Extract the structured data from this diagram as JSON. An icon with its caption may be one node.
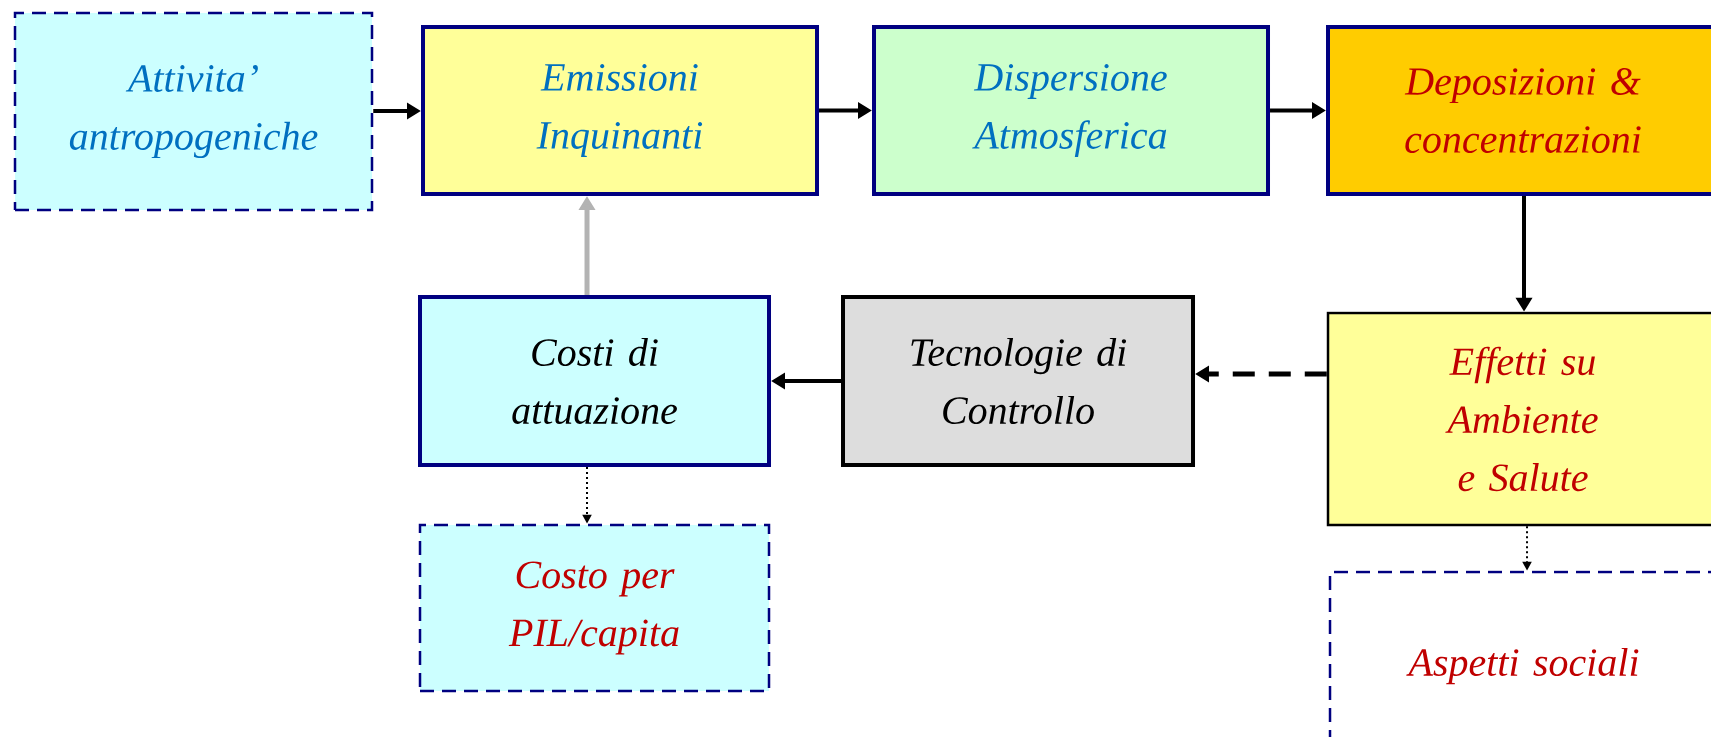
{
  "diagram": {
    "nodes": [
      {
        "text": [
          "Attivita’ antropogeniche"
        ]
      },
      {
        "text": [
          "Emissioni Inquinanti"
        ]
      },
      {
        "text": [
          "Dispersione Atmosferica"
        ]
      },
      {
        "text": [
          "Deposizioni & concentrazioni"
        ]
      },
      {
        "text": [
          "Effetti su Ambiente e Salute"
        ]
      },
      {
        "text": [
          "Tecnologie di Controllo"
        ]
      },
      {
        "text": [
          "Costi di attuazione"
        ]
      },
      {
        "text": [
          "Costo per PIL/capita"
        ]
      },
      {
        "text": [
          "Aspetti sociali"
        ]
      }
    ],
    "edges": [
      {
        "from": 0,
        "to": 1,
        "arrow": "to"
      },
      {
        "from": 1,
        "to": 2,
        "arrow": "to"
      },
      {
        "from": 2,
        "to": 3,
        "arrow": "to"
      },
      {
        "from": 3,
        "to": 4,
        "arrow": "to"
      },
      {
        "from": 4,
        "to": 5,
        "arrow": "to",
        "style": "dashed"
      },
      {
        "from": 5,
        "to": 6,
        "arrow": "to"
      },
      {
        "from": 6,
        "to": 1,
        "arrow": "to",
        "color": "#b3b3b3"
      },
      {
        "from": 6,
        "to": 7,
        "arrow": "to",
        "style": "dashed"
      },
      {
        "from": 4,
        "to": 8,
        "arrow": "to",
        "style": "dashed"
      }
    ]
  }
}
